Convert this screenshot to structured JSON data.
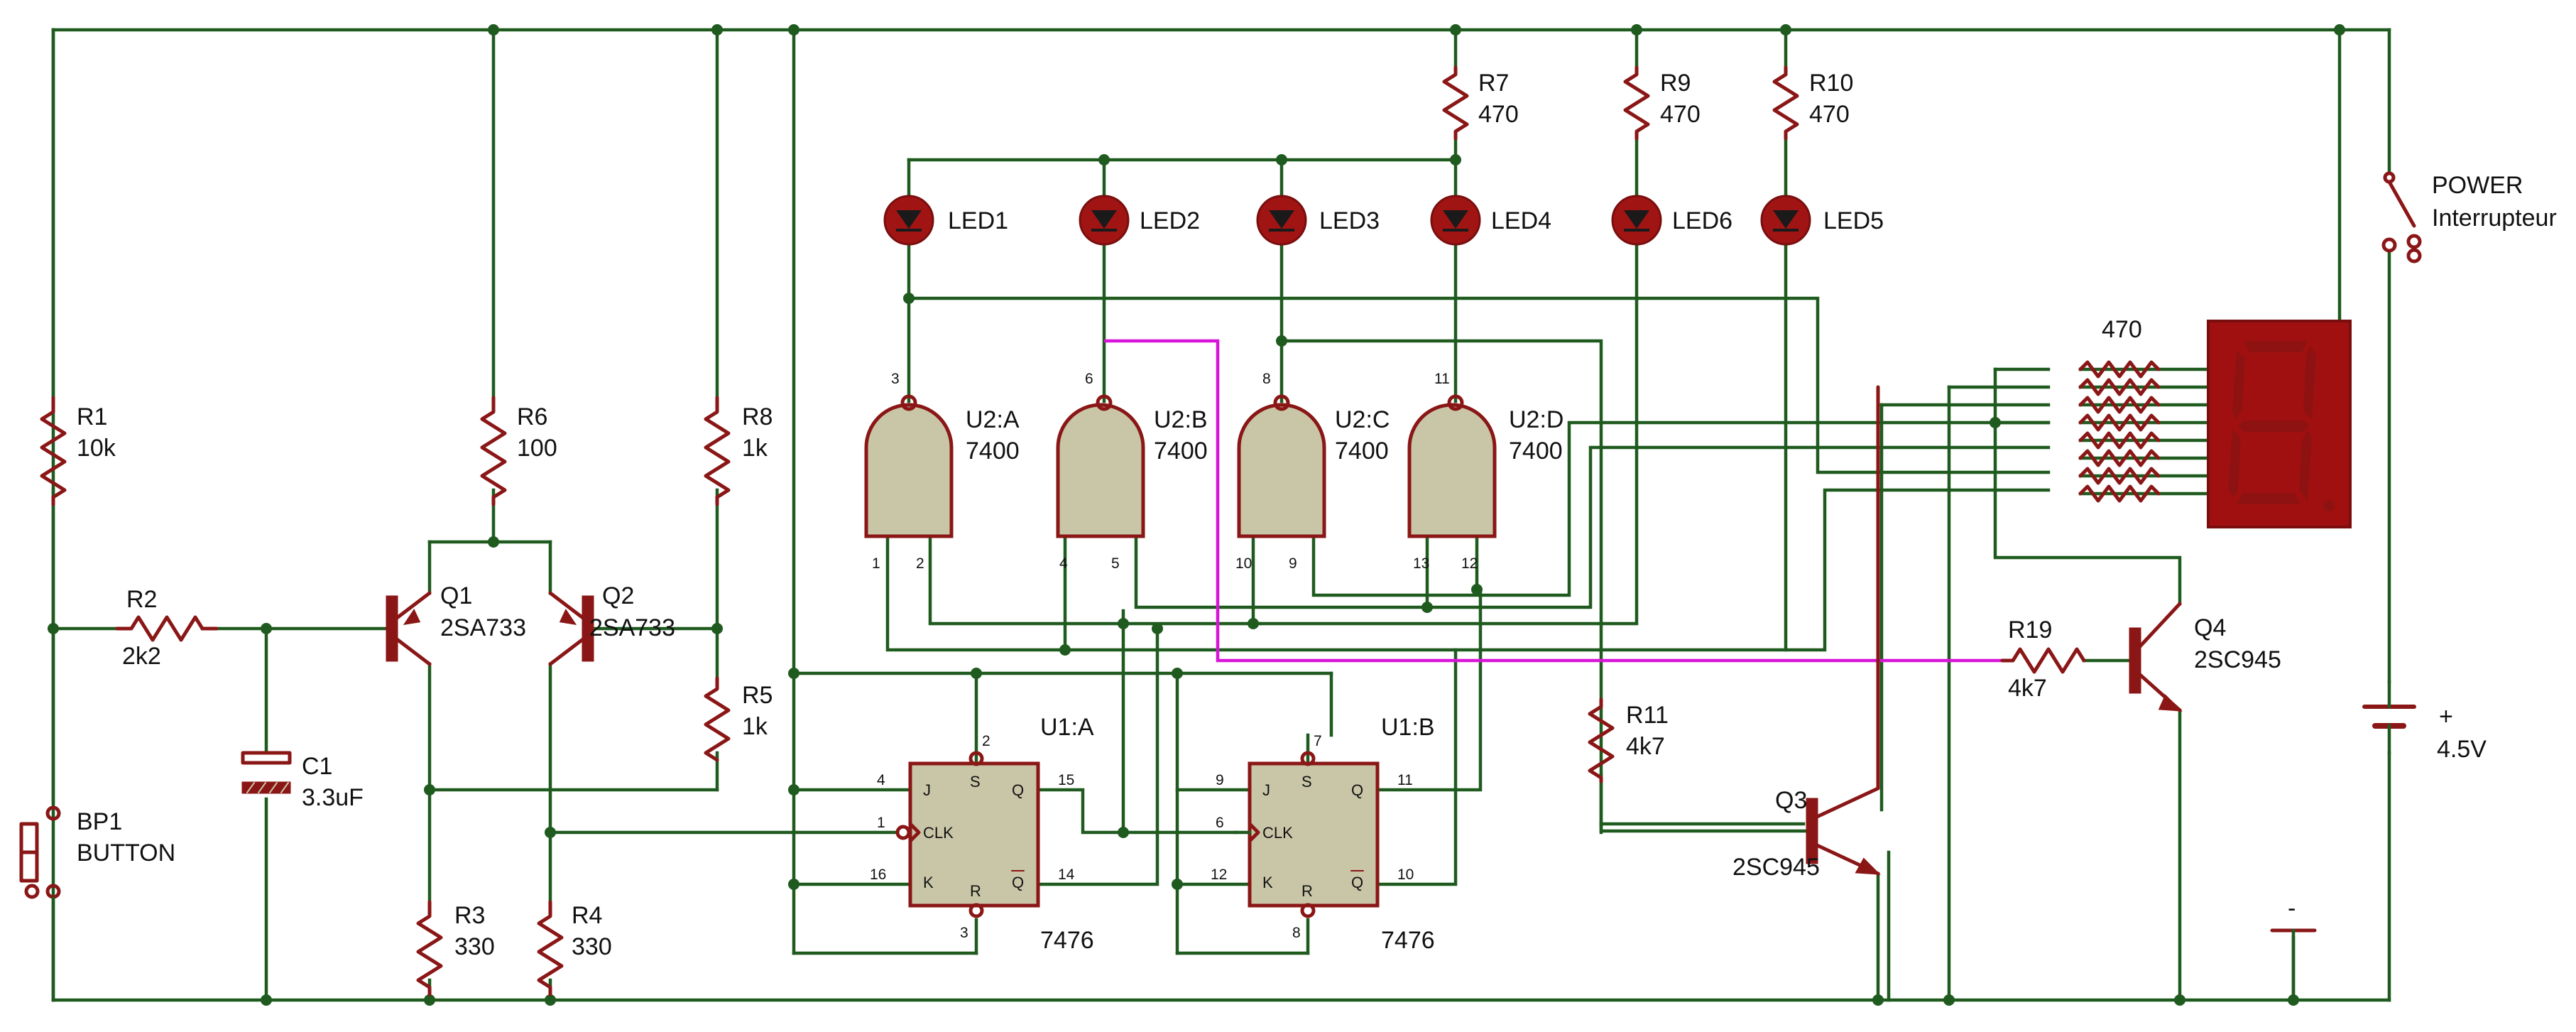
{
  "labels": {
    "r1": {
      "ref": "R1",
      "val": "10k"
    },
    "r2": {
      "ref": "R2",
      "val": "2k2"
    },
    "r3": {
      "ref": "R3",
      "val": "330"
    },
    "r4": {
      "ref": "R4",
      "val": "330"
    },
    "r5": {
      "ref": "R5",
      "val": "1k"
    },
    "r6": {
      "ref": "R6",
      "val": "100"
    },
    "r7": {
      "ref": "R7",
      "val": "470"
    },
    "r8": {
      "ref": "R8",
      "val": "1k"
    },
    "r9": {
      "ref": "R9",
      "val": "470"
    },
    "r10": {
      "ref": "R10",
      "val": "470"
    },
    "r11": {
      "ref": "R11",
      "val": "4k7"
    },
    "r19": {
      "ref": "R19",
      "val": "4k7"
    },
    "rarray": {
      "val": "470"
    },
    "c1": {
      "ref": "C1",
      "val": "3.3uF"
    },
    "bp1": {
      "ref": "BP1",
      "val": "BUTTON"
    },
    "q1": {
      "ref": "Q1",
      "val": "2SA733"
    },
    "q2": {
      "ref": "Q2",
      "val": "2SA733"
    },
    "q3": {
      "ref": "Q3",
      "val": "2SC945"
    },
    "q4": {
      "ref": "Q4",
      "val": "2SC945"
    },
    "leds": [
      "LED1",
      "LED2",
      "LED3",
      "LED4",
      "LED6",
      "LED5"
    ],
    "gates": [
      {
        "ref": "U2:A",
        "val": "7400",
        "out": "3",
        "in1": "1",
        "in2": "2"
      },
      {
        "ref": "U2:B",
        "val": "7400",
        "out": "6",
        "in1": "4",
        "in2": "5"
      },
      {
        "ref": "U2:C",
        "val": "7400",
        "out": "8",
        "in1": "10",
        "in2": "9"
      },
      {
        "ref": "U2:D",
        "val": "7400",
        "out": "11",
        "in1": "13",
        "in2": "12"
      }
    ],
    "ff_a": {
      "ref": "U1:A",
      "val": "7476",
      "j": "4",
      "clk": "1",
      "k": "16",
      "q": "15",
      "qn": "14",
      "s": "2",
      "r": "3"
    },
    "ff_b": {
      "ref": "U1:B",
      "val": "7476",
      "j": "9",
      "clk": "6",
      "k": "12",
      "q": "11",
      "qn": "10",
      "s": "7",
      "r": "8"
    },
    "ff_pins": {
      "j": "J",
      "clk": "CLK",
      "k": "K",
      "q": "Q",
      "qn": "Q",
      "s": "S",
      "r": "R"
    },
    "power": {
      "line1": "POWER",
      "line2": "Interrupteur"
    },
    "battery": {
      "plus": "+",
      "val": "4.5V"
    },
    "ground": {
      "minus": "-"
    }
  },
  "colors": {
    "wire": "#1f5a1f",
    "component": "#8a1616",
    "gate_fill": "#c9c6a8",
    "highlight_wire": "#d814d8",
    "led": "#a11414",
    "display": "#a01010"
  }
}
